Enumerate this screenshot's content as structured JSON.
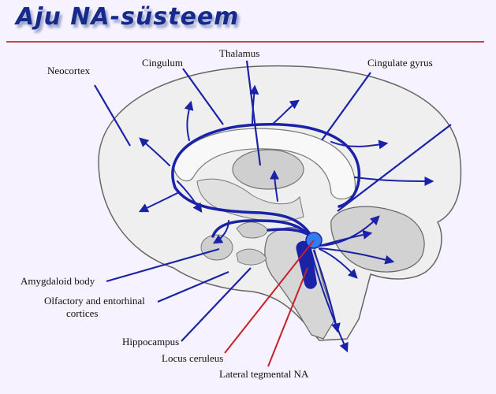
{
  "title": "Aju NA-süsteem",
  "labels": {
    "neocortex": "Neocortex",
    "cingulum": "Cingulum",
    "thalamus": "Thalamus",
    "cingulate_gyrus": "Cingulate  gyrus",
    "amygdaloid_body": "Amygdaloid  body",
    "olfactory_line1": "Olfactory  and  entorhinal",
    "olfactory_line2": "cortices",
    "hippocampus": "Hippocampus",
    "locus_ceruleus": "Locus  ceruleus",
    "lateral_tegmental": "Lateral  tegmental  NA"
  },
  "colors": {
    "pathway": "#1a22a8",
    "red_pointer": "#c8202a",
    "nucleus": "#2f7df0",
    "brain_fill": "#efefef",
    "inner_fill": "#d4d4d4",
    "outline": "#666666",
    "title": "#162a8c",
    "rule": "#c2444a"
  }
}
